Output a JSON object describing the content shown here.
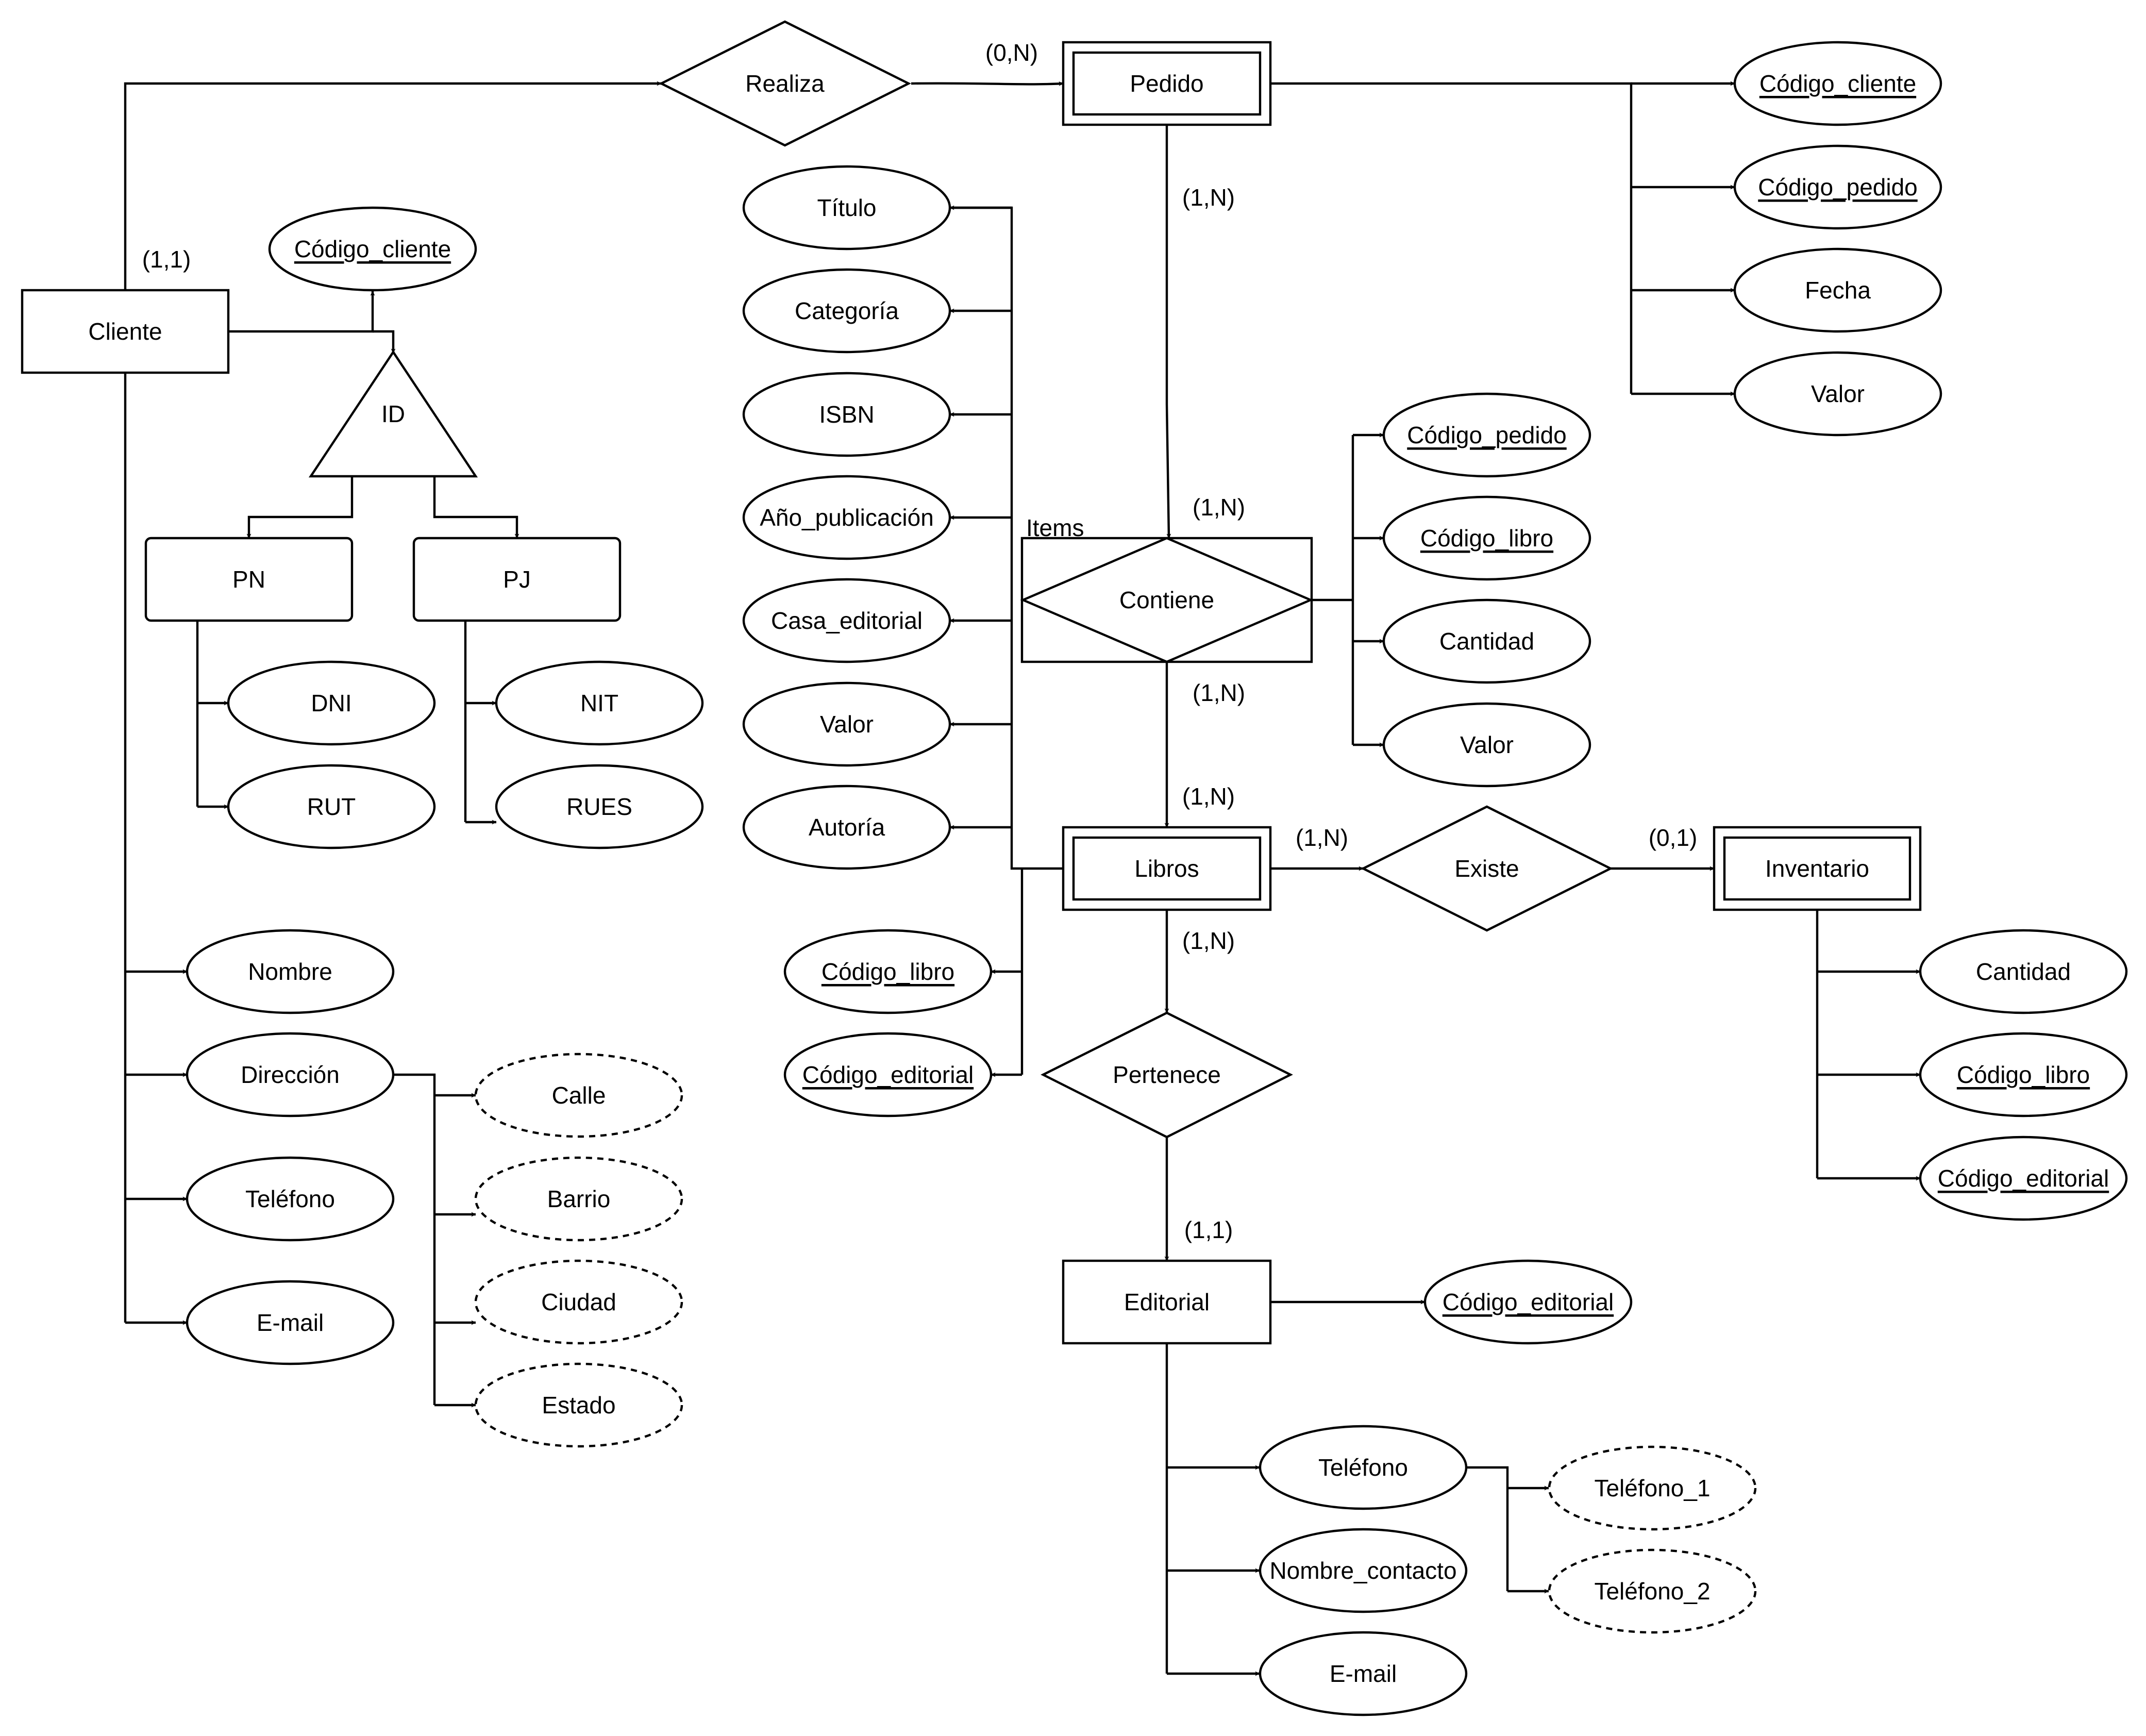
{
  "entities": {
    "cliente": "Cliente",
    "pedido": "Pedido",
    "libros": "Libros",
    "inventario": "Inventario",
    "editorial": "Editorial",
    "pn": "PN",
    "pj": "PJ"
  },
  "relationships": {
    "realiza": "Realiza",
    "contiene": "Contiene",
    "existe": "Existe",
    "pertenece": "Pertenece"
  },
  "associative_entity_label": "Items",
  "specialization_label": "ID",
  "attributes": {
    "cliente_codigo_cliente": "Código_cliente",
    "pn_dni": "DNI",
    "pn_rut": "RUT",
    "pj_nit": "NIT",
    "pj_rues": "RUES",
    "cliente_nombre": "Nombre",
    "cliente_direccion": "Dirección",
    "cliente_telefono": "Teléfono",
    "cliente_email": "E-mail",
    "direccion_calle": "Calle",
    "direccion_barrio": "Barrio",
    "direccion_ciudad": "Ciudad",
    "direccion_estado": "Estado",
    "libro_titulo": "Título",
    "libro_categoria": "Categoría",
    "libro_isbn": "ISBN",
    "libro_anio_publicacion": "Año_publicación",
    "libro_casa_editorial": "Casa_editorial",
    "libro_valor": "Valor",
    "libro_autoria": "Autoría",
    "libro_codigo_libro": "Código_libro",
    "libro_codigo_editorial": "Código_editorial",
    "pedido_codigo_cliente": "Código_cliente",
    "pedido_codigo_pedido": "Código_pedido",
    "pedido_fecha": "Fecha",
    "pedido_valor": "Valor",
    "items_codigo_pedido": "Código_pedido",
    "items_codigo_libro": "Código_libro",
    "items_cantidad": "Cantidad",
    "items_valor": "Valor",
    "inventario_cantidad": "Cantidad",
    "inventario_codigo_libro": "Código_libro",
    "inventario_codigo_editorial": "Código_editorial",
    "editorial_codigo_editorial": "Código_editorial",
    "editorial_telefono": "Teléfono",
    "editorial_nombre_contacto": "Nombre_contacto",
    "editorial_email": "E-mail",
    "telefono_1": "Teléfono_1",
    "telefono_2": "Teléfono_2"
  },
  "cardinalities": {
    "cliente_realiza": "(1,1)",
    "realiza_pedido": "(0,N)",
    "pedido_contiene": "(1,N)",
    "contiene_top": "(1,N)",
    "contiene_bottom": "(1,N)",
    "contiene_libros": "(1,N)",
    "libros_existe": "(1,N)",
    "existe_inventario": "(0,1)",
    "libros_pertenece": "(1,N)",
    "pertenece_editorial": "(1,1)"
  }
}
